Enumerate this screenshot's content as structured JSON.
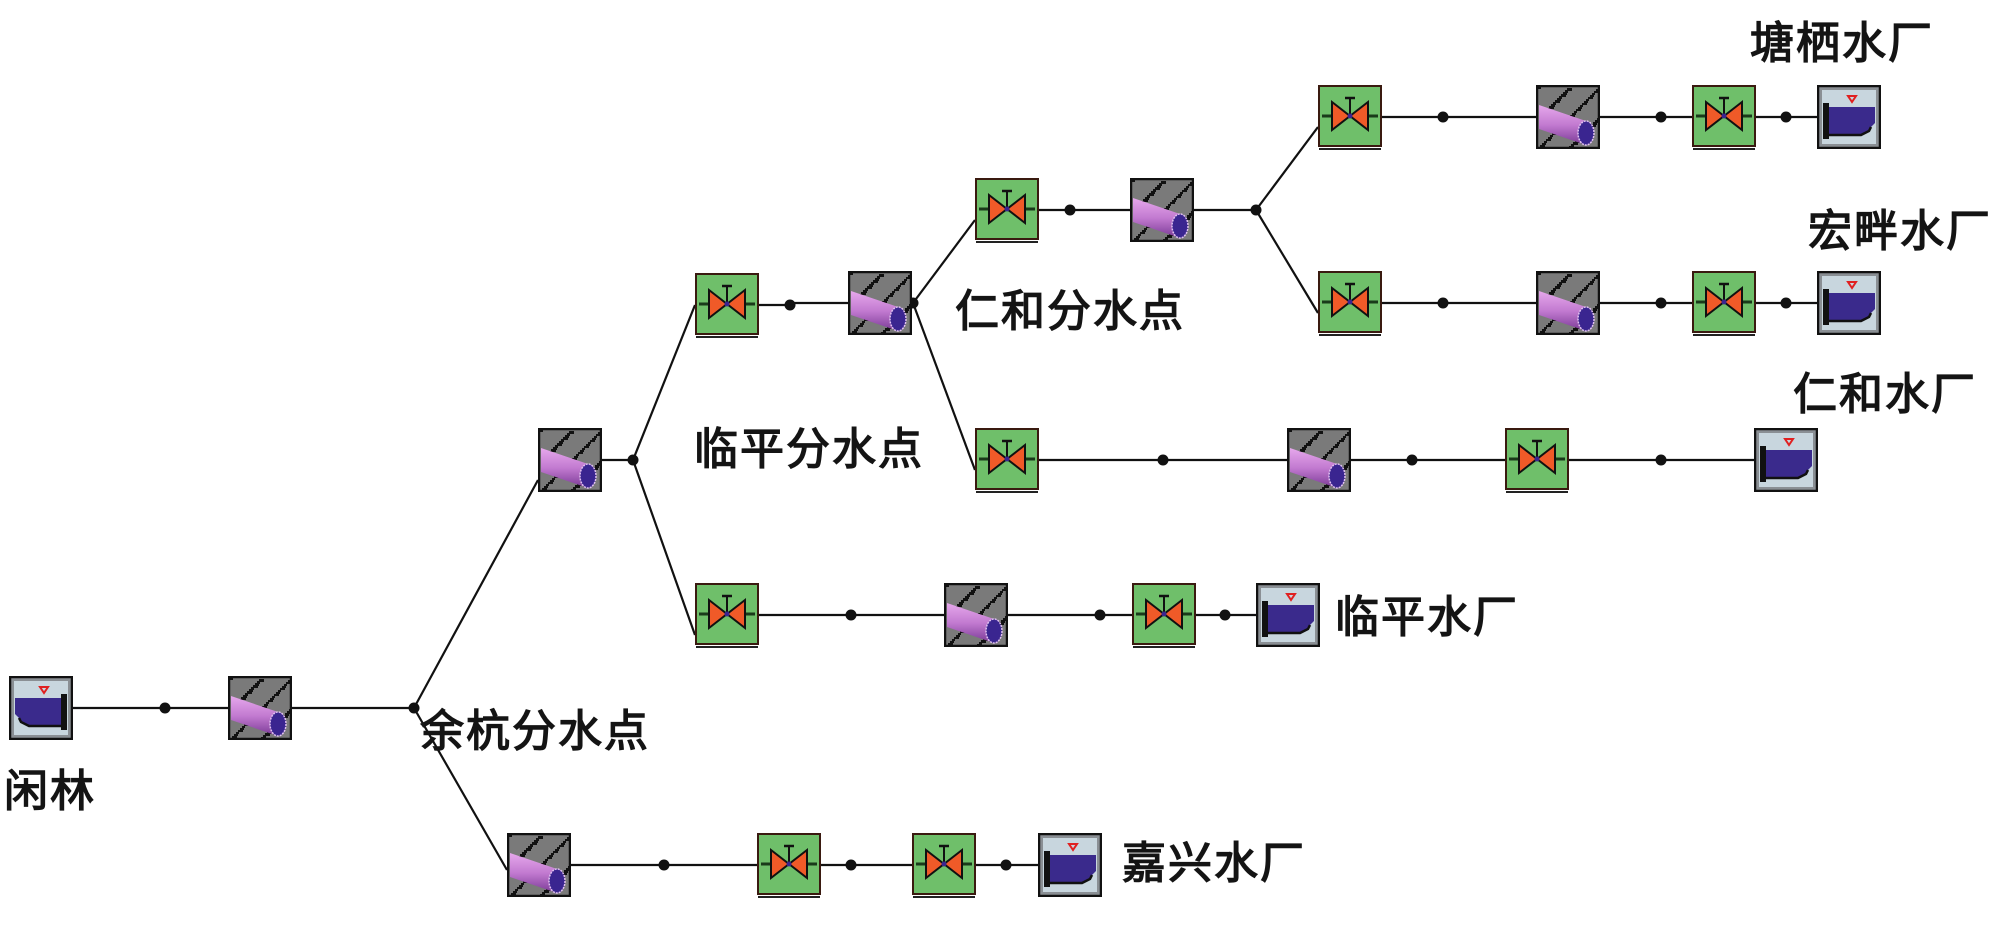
{
  "diagram": {
    "type": "water-supply-network-schematic",
    "colors": {
      "valve_fill": "#6fbf6a",
      "valve_body": "#f05a28",
      "pipe_bg": "#7a7a7a",
      "pipe_tube": "#c27ad0",
      "pipe_end": "#3a2590",
      "reservoir_water": "#3a2a8c",
      "reservoir_bg": "#c8d6de",
      "line": "#111111"
    },
    "labels": {
      "source": "闲林",
      "yuhang_split": "余杭分水点",
      "linping_split": "临平分水点",
      "renhe_split": "仁和分水点",
      "tangqi_plant": "塘栖水厂",
      "hongpan_plant": "宏畔水厂",
      "renhe_plant": "仁和水厂",
      "linping_plant": "临平水厂",
      "jiaxing_plant": "嘉兴水厂"
    },
    "branches": [
      {
        "name": "source-line",
        "from": "闲林",
        "to": "余杭分水点",
        "components": [
          "reservoir",
          "node",
          "pipe"
        ]
      },
      {
        "name": "yuhang-to-linping",
        "from": "余杭分水点",
        "to": "临平分水点",
        "components": [
          "pipe"
        ]
      },
      {
        "name": "linping-to-renhe",
        "from": "临平分水点",
        "to": "仁和分水点",
        "components": [
          "valve",
          "pipe"
        ]
      },
      {
        "name": "tangqi-line",
        "from": "仁和分水点",
        "to": "塘栖水厂",
        "components": [
          "valve",
          "pipe",
          "valve",
          "reservoir"
        ]
      },
      {
        "name": "hongpan-line",
        "from": "仁和分水点",
        "to": "宏畔水厂",
        "components": [
          "valve",
          "pipe",
          "valve",
          "reservoir"
        ]
      },
      {
        "name": "renhe-line",
        "from": "临平分水点",
        "to": "仁和水厂",
        "components": [
          "valve",
          "pipe",
          "valve",
          "reservoir"
        ]
      },
      {
        "name": "linping-line",
        "from": "余杭分水点",
        "to": "临平水厂",
        "components": [
          "valve",
          "pipe",
          "valve",
          "reservoir"
        ]
      },
      {
        "name": "jiaxing-line",
        "from": "余杭分水点",
        "to": "嘉兴水厂",
        "components": [
          "pipe",
          "valve",
          "valve",
          "reservoir"
        ]
      }
    ]
  }
}
